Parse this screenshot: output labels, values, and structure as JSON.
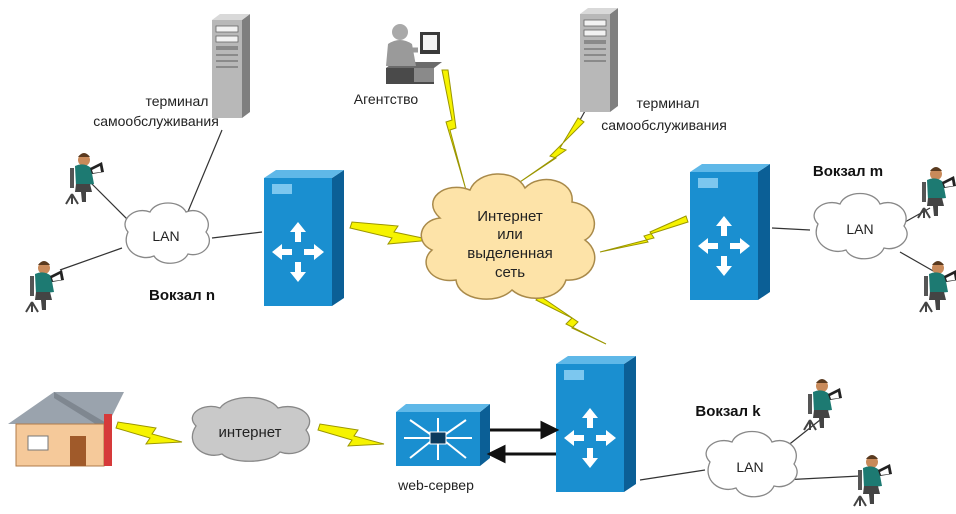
{
  "labels": {
    "terminal_left_1": "терминал",
    "terminal_left_2": "самообслуживания",
    "terminal_right_1": "терминал",
    "terminal_right_2": "самообслуживания",
    "agency": "Агентство",
    "internet_cloud_1": "Интернет",
    "internet_cloud_2": "или",
    "internet_cloud_3": "выделенная",
    "internet_cloud_4": "сеть",
    "station_n": "Вокзал n",
    "station_m": "Вокзал m",
    "station_k": "Вокзал k",
    "lan_n": "LAN",
    "lan_m": "LAN",
    "lan_k": "LAN",
    "internet_small": "интернет",
    "web_server": "web-сервер"
  },
  "colors": {
    "router_blue": "#1a8fd0",
    "router_dark": "#0b5f96",
    "cloud_internet": "#fde3a8",
    "cloud_lan": "#ffffff",
    "cloud_small": "#c9c9c9",
    "lightning": "#f6f300",
    "house_wall": "#f5c99a",
    "house_roof": "#9aa3ad"
  }
}
